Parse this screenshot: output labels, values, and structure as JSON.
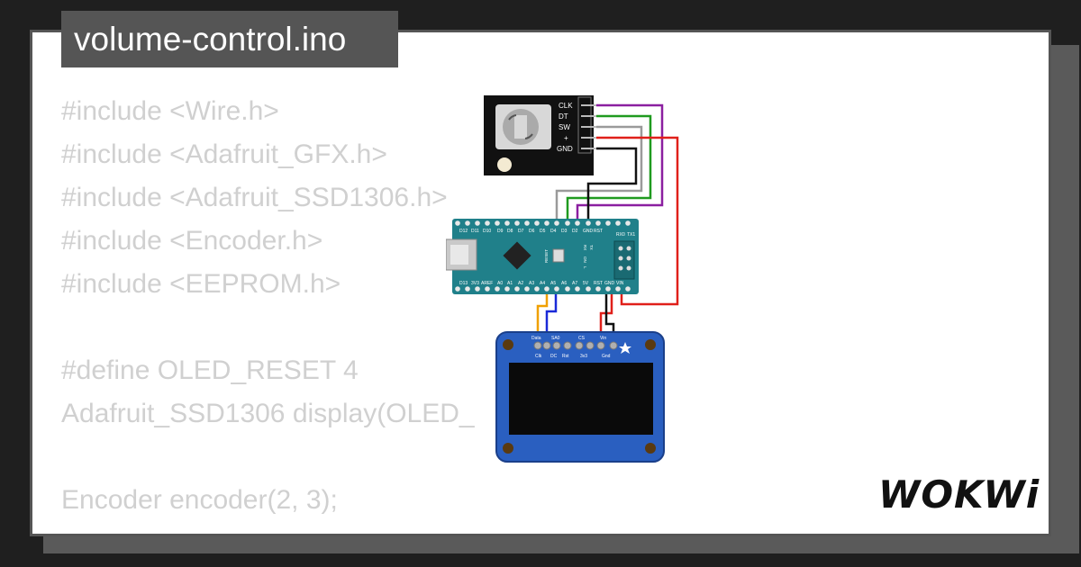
{
  "title": "volume-control.ino",
  "code_lines": [
    "#include <Wire.h>",
    "#include <Adafruit_GFX.h>",
    "#include <Adafruit_SSD1306.h>",
    "#include <Encoder.h>",
    "#include <EEPROM.h>",
    "",
    "#define OLED_RESET 4",
    "Adafruit_SSD1306 display(OLED_",
    "",
    "Encoder encoder(2, 3);"
  ],
  "encoder": {
    "pins": [
      "CLK",
      "DT",
      "SW",
      "+",
      "GND"
    ]
  },
  "arduino": {
    "top_pins": [
      "D12",
      "D11",
      "D10",
      "D9",
      "D8",
      "D7",
      "D6",
      "D5",
      "D4",
      "D3",
      "D2",
      "GND",
      "RST"
    ],
    "bottom_pins": [
      "D13",
      "3V3",
      "AREF",
      "A0",
      "A1",
      "A2",
      "A3",
      "A4",
      "A5",
      "A6",
      "A7",
      "5V",
      "RST",
      "GND",
      "VIN"
    ],
    "side_labels": [
      "RX0",
      "TX1"
    ],
    "reset_label": "RESET",
    "led_labels": [
      "TX",
      "RX",
      "ON",
      "L"
    ]
  },
  "oled": {
    "top_labels": [
      "Data",
      "SA0",
      "CS",
      "Vin"
    ],
    "bottom_labels": [
      "Clk",
      "DC",
      "Rst",
      "3v3",
      "Gnd"
    ]
  },
  "brand": "WOKWi",
  "colors": {
    "wire_gray": "#9a9a9a",
    "wire_green": "#1f9a1f",
    "wire_purple": "#8b1fa0",
    "wire_red": "#e0201a",
    "wire_black": "#111111",
    "wire_orange": "#f0a000",
    "wire_blue": "#1a2ad8",
    "arduino_teal": "#20808a",
    "oled_blue": "#2a5fc0"
  }
}
